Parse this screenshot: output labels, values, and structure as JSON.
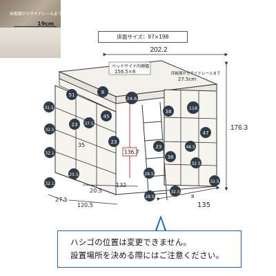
{
  "inset": {
    "note": "床板面からサイドレールまで",
    "dimension": "19cm"
  },
  "floor_label": "床面サイズ：97×198",
  "overall": {
    "width": "202.2",
    "height": "176.3",
    "depth": "135"
  },
  "bed_side_inner": {
    "line1": "ベッドサイド内側幅",
    "line2": "156.5×8"
  },
  "rail_height": {
    "line1": "床板面からサイドレールまで",
    "line2": "27.5cm"
  },
  "bottom_dims": {
    "d275": "27.5",
    "d1205": "120.5",
    "d205": "20.5",
    "d132": "132"
  },
  "inner_height": "136.7",
  "labels": {
    "l51": "51",
    "l8": "8",
    "l246": "24.6",
    "l38a": "38",
    "l118": "118",
    "l315": "31.5",
    "l325a": "32.5",
    "l23a": "23",
    "l375": "37.5",
    "l45": "45",
    "l35": "35",
    "l23b": "23",
    "l321": "32.1",
    "l255": "25.5",
    "l321b": "32.1",
    "l23c": "23",
    "l38b": "38",
    "l285a": "28.5",
    "l285b": "28.5",
    "l325b": "32.5",
    "l47": "47",
    "l485": "48.5",
    "l325c": "32.5",
    "l325d": "32.5",
    "l8b": "8"
  },
  "notice": {
    "line1": "ハシゴの位置は変更できません。",
    "line2": "設置場所を決める際にはご注意ください。"
  },
  "colors": {
    "wood": "#f3f1ec",
    "outline": "#333333",
    "badge": "#2f3b46",
    "highlight": "#c0392b",
    "callout_border": "#1565c0"
  }
}
